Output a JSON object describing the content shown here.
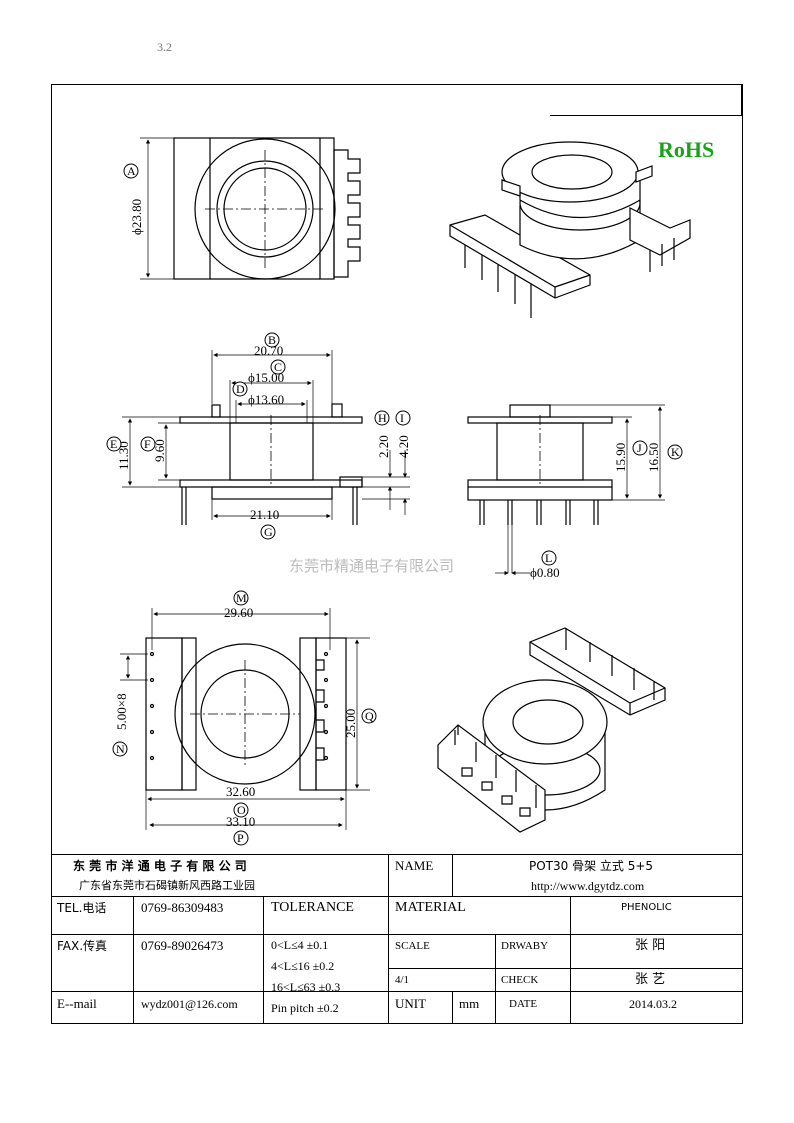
{
  "header": {
    "mark": "3.2"
  },
  "badge": {
    "rohs": "RoHS",
    "rohs_color": "#1aa31a"
  },
  "watermark": "东莞市精通电子有限公司",
  "dimensions": {
    "A": "ϕ23.80",
    "B": "20.70",
    "C": "ϕ15.00",
    "D": "ϕ13.60",
    "E": "11.30",
    "F": "9.60",
    "G": "21.10",
    "H": "2.20",
    "I": "4.20",
    "J": "15.90",
    "K": "16.50",
    "L": "ϕ0.80",
    "M": "29.60",
    "N": "5.00×8",
    "O": "32.60",
    "P": "33.10",
    "Q": "25.00"
  },
  "labels": [
    "A",
    "B",
    "C",
    "D",
    "E",
    "F",
    "G",
    "H",
    "I",
    "J",
    "K",
    "L",
    "M",
    "N",
    "O",
    "P",
    "Q"
  ],
  "title_block": {
    "company": "东 莞 市 洋 通 电 子 有 限 公 司",
    "address": "广东省东莞市石碣镇新风西路工业园",
    "name_label": "NAME",
    "name_value": "POT30 骨架 立式 5+5",
    "url": "http://www.dgytdz.com",
    "tel_label": "TEL.电话",
    "tel_value": "0769-86309483",
    "tolerance_label": "TOLERANCE",
    "material_label": "MATERIAL",
    "material_value": "PHENOLIC",
    "fax_label": "FAX.传真",
    "fax_value": "0769-89026473",
    "tol_1": "0<L≤4   ±0.1",
    "tol_2": "4<L≤16  ±0.2",
    "tol_3": "16<L≤63  ±0.3",
    "tol_4": "Pin pitch ±0.2",
    "scale_label": "SCALE",
    "scale_value": "4/1",
    "drawby_label": "DRWABY",
    "drawby_value": "张 阳",
    "check_label": "CHECK",
    "check_value": "张 艺",
    "email_label": "E--mail",
    "email_value": "wydz001@126.com",
    "unit_label": "UNIT",
    "unit_value": "mm",
    "date_label": "DATE",
    "date_value": "2014.03.2"
  }
}
